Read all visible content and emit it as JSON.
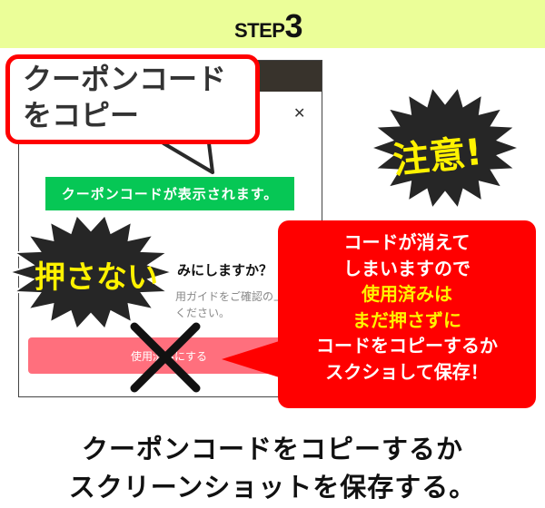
{
  "header": {
    "step_word": "STEP",
    "step_number": "3"
  },
  "phone_modal": {
    "close_icon": "close-x-icon",
    "coupon_notice": "クーポンコードが表示されます。",
    "question": "みにしますか？",
    "description_lines": [
      "用ガイドをご確認の上",
      "ください。"
    ],
    "use_button": "使用済みにする"
  },
  "copy_callout": {
    "lines": [
      "クーポンコード",
      "をコピー"
    ]
  },
  "warning_burst": {
    "text": "注意!"
  },
  "dont_press_burst": {
    "text": "押さない"
  },
  "red_note": {
    "lines": [
      {
        "text": "コードが消えて",
        "highlight": false
      },
      {
        "text": "しまいますので",
        "highlight": false
      },
      {
        "text": "使用済みは",
        "highlight": true
      },
      {
        "text": "まだ押さずに",
        "highlight": true
      },
      {
        "text": "コードをコピーするか",
        "highlight": false
      },
      {
        "text": "スクショして保存！",
        "highlight": false
      }
    ]
  },
  "footer": {
    "lines": [
      "クーポンコードをコピーするか",
      "スクリーンショットを保存する。"
    ]
  },
  "colors": {
    "band": "#ebfe98",
    "green": "#06c755",
    "pink": "#ff6f7d",
    "red": "#ff0000",
    "highlight": "#fff200",
    "burst": "#262626"
  }
}
